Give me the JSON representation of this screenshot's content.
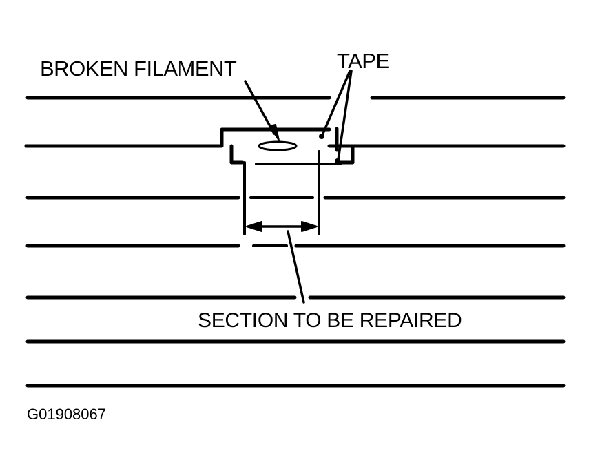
{
  "labels": {
    "broken_filament": "BROKEN FILAMENT",
    "tape": "TAPE",
    "section_to_be_repaired": "SECTION TO BE REPAIRED",
    "figure_id": "G01908067"
  },
  "colors": {
    "ink": "#000000",
    "background": "#ffffff"
  }
}
